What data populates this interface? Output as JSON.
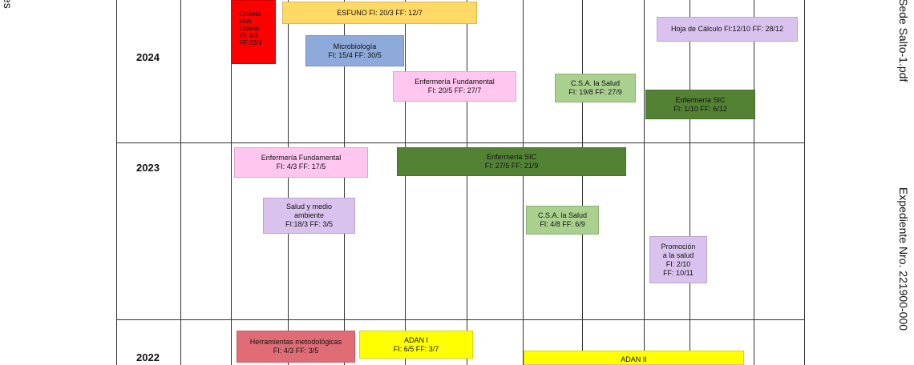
{
  "margin_left_text": "es",
  "margin_right": {
    "file": "Sede Salto-1.pdf",
    "expediente": "Expediente Nro. 221900-000"
  },
  "years": [
    "2024",
    "2023",
    "2022"
  ],
  "colors": {
    "red": "#ff0000",
    "orange": "#ffd966",
    "blue": "#8eaadb",
    "pink": "#ffc6f0",
    "light_green": "#a9d08e",
    "dark_green": "#548235",
    "lavender": "#d9c3ee",
    "rose": "#e06c75",
    "yellow": "#ffff00"
  },
  "blocks_2024": {
    "orientacion": "Orienta\ncion\nLiderar\nFI: 4/3\nFF:23/3",
    "esfuno": "ESFUNO FI: 20/3 FF: 12/7",
    "microbiologia": "Microbiología\nFI: 15/4 FF: 30/5",
    "enfermeria_fundamental": "Enfermería Fundamental\nFI: 20/5 FF: 27/7",
    "csa_salud": "C.S.A. la Salud\nFI: 19/8 FF: 27/9",
    "hoja_calculo": "Hoja de Cálculo FI:12/10 FF: 28/12",
    "enfermeria_sic": "Enfermería SIC\nFI: 1/10 FF: 6/12"
  },
  "blocks_2023": {
    "enfermeria_fundamental": "Enfermería Fundamental\nFI: 4/3 FF: 17/5",
    "enfermeria_sic": "Enfermería SIC\nFI: 27/5 FF: 21/9",
    "salud_medio_ambiente": "Salud y medio\nambiente\nFI:18/3 FF: 3/5",
    "csa_salud": "C.S.A. la Salud\nFI: 4/8 FF: 6/9",
    "promocion_salud": "Promoción\na la salud\nFI: 2/10\nFF: 10/11"
  },
  "blocks_2022": {
    "herramientas": "Herramientas metodológicas\nFI: 4/3 FF: 3/5",
    "adan_1": "ADAN I\nFI: 6/5 FF: 3/7",
    "adan_2": "ADAN II"
  }
}
